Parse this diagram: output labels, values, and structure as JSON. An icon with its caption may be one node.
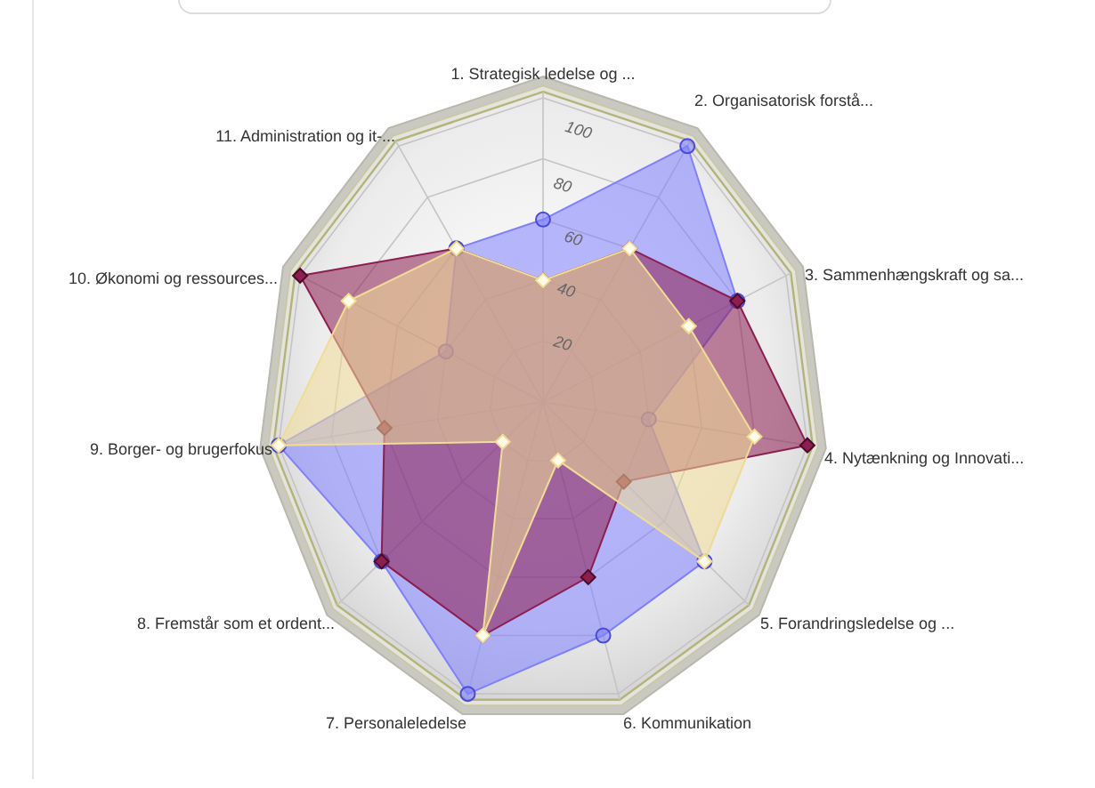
{
  "diagram": {
    "labels": [
      "1. Strategisk ledelse og ...",
      "100",
      "2. Organisatorisk forstå...",
      "11. Administration og it-...",
      "80",
      "60",
      "40",
      "10. Økonomi og ressources...",
      "3. Sammenhængskraft og sa...",
      "20",
      "9. Borger- og brugerfokus",
      "4. Nytænkning og Innovati...",
      "8. Fremstår som et ordent...",
      "5. Forandringsledelse og ...",
      "7. Personaleledelse",
      "6. Kommunikation"
    ]
  }
}
